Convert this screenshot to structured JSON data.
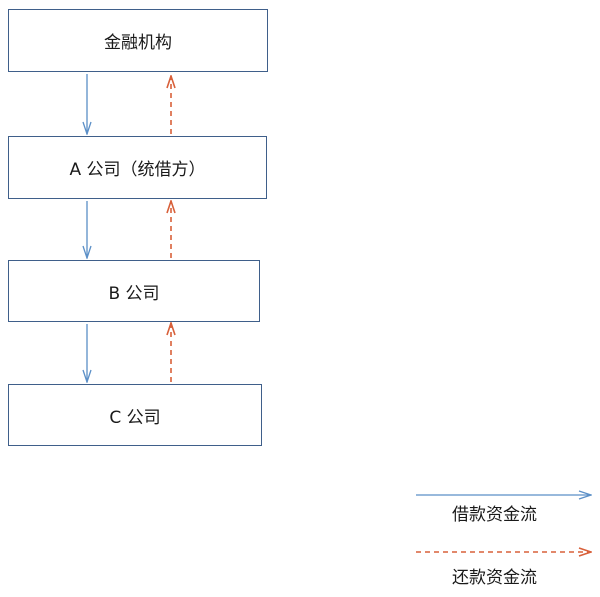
{
  "nodes": [
    {
      "id": "financial-institution",
      "label": "金融机构"
    },
    {
      "id": "company-a",
      "label": "A 公司（统借方）"
    },
    {
      "id": "company-b",
      "label": "B 公司"
    },
    {
      "id": "company-c",
      "label": "C 公司"
    }
  ],
  "edges": [
    {
      "from": "financial-institution",
      "to": "company-a",
      "type": "loan"
    },
    {
      "from": "company-a",
      "to": "financial-institution",
      "type": "repayment"
    },
    {
      "from": "company-a",
      "to": "company-b",
      "type": "loan"
    },
    {
      "from": "company-b",
      "to": "company-a",
      "type": "repayment"
    },
    {
      "from": "company-b",
      "to": "company-c",
      "type": "loan"
    },
    {
      "from": "company-c",
      "to": "company-b",
      "type": "repayment"
    }
  ],
  "legend": [
    {
      "type": "loan",
      "label": "借款资金流",
      "color": "#5b8fc7",
      "style": "solid"
    },
    {
      "type": "repayment",
      "label": "还款资金流",
      "color": "#d8603a",
      "style": "dashed"
    }
  ],
  "colors": {
    "box_border": "#3f5f8a",
    "loan": "#5b8fc7",
    "repayment": "#d8603a"
  }
}
